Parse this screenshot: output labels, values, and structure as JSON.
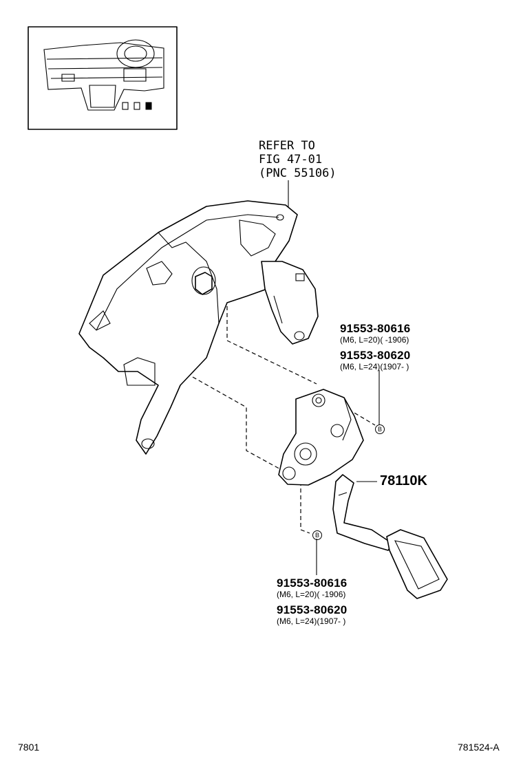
{
  "refer_note": {
    "line1": "REFER TO",
    "line2": "FIG 47-01",
    "line3": "(PNC 55106)"
  },
  "callouts": {
    "upper": {
      "part1": "91553-80616",
      "spec1": "(M6, L=20)(      -1906)",
      "part2": "91553-80620",
      "spec2": "(M6, L=24)(1907-       )",
      "marker": "B"
    },
    "lower": {
      "part1": "91553-80616",
      "spec1": "(M6, L=20)(      -1906)",
      "part2": "91553-80620",
      "spec2": "(M6, L=24)(1907-       )",
      "marker": "B"
    },
    "pedal_assy": "78110K"
  },
  "footer": {
    "left": "7801",
    "right": "781524-A"
  }
}
